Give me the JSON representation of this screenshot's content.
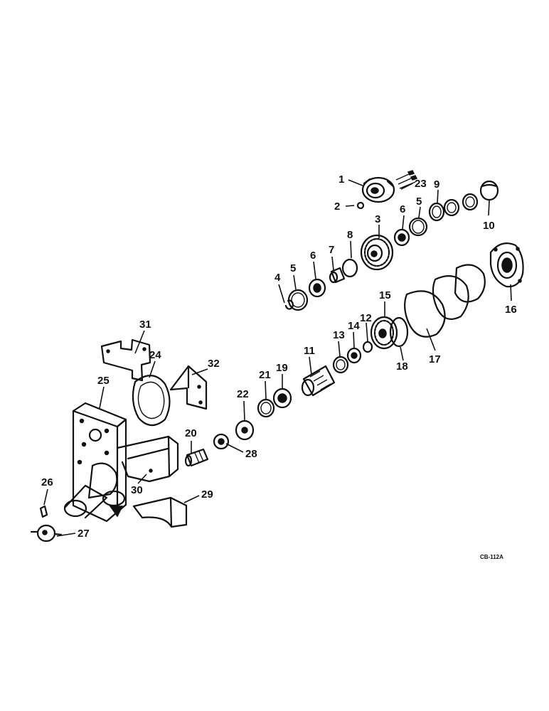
{
  "diagram": {
    "figure_code": "CB-112A",
    "callouts": [
      "1",
      "2",
      "3",
      "4",
      "5",
      "5",
      "6",
      "6",
      "7",
      "8",
      "9",
      "10",
      "11",
      "12",
      "13",
      "14",
      "15",
      "16",
      "17",
      "18",
      "19",
      "20",
      "21",
      "22",
      "23",
      "24",
      "25",
      "26",
      "27",
      "28",
      "29",
      "30",
      "31",
      "32"
    ]
  }
}
